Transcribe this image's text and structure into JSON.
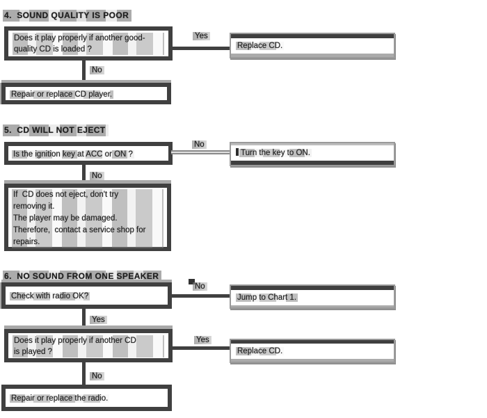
{
  "colors": {
    "box_border_dark": "#404040",
    "shadow_gray": "#a8a8a8",
    "groove_gray": "#8a8a8a",
    "text": "#242424",
    "background": "#ffffff"
  },
  "s4": {
    "title": "4.  SOUND QUALITY IS POOR",
    "question_lines": [
      "Does it play properly if another good-",
      "quality CD is loaded ?"
    ],
    "yes_label": "Yes",
    "no_label": "No",
    "yes_result": "Replace CD.",
    "no_result": "Repair or replace CD player."
  },
  "s5": {
    "title": "5.  CD WILL NOT EJECT",
    "question": "Is the ignition key at ACC or ON ?",
    "no_label": "No",
    "no_label_2": "No",
    "no_result": "Turn the key to ON.",
    "advice_lines": [
      "If  CD does not eject, don't try",
      "removing it.",
      "The player may be damaged.",
      "Therefore,  contact a service shop for",
      "repairs."
    ]
  },
  "s6": {
    "title": "6.  NO SOUND FROM ONE SPEAKER",
    "question1": "Check with radio OK?",
    "no_label_1": "No",
    "yes_label_1": "Yes",
    "question2_lines": [
      "Does it play properly if another CD",
      "is played ?"
    ],
    "yes_label_2": "Yes",
    "no_label_2": "No",
    "result_q1_no": "Jump to Chart 1.",
    "result_q2_yes": "Replace CD.",
    "final_result": "Repair or replace the radio."
  }
}
